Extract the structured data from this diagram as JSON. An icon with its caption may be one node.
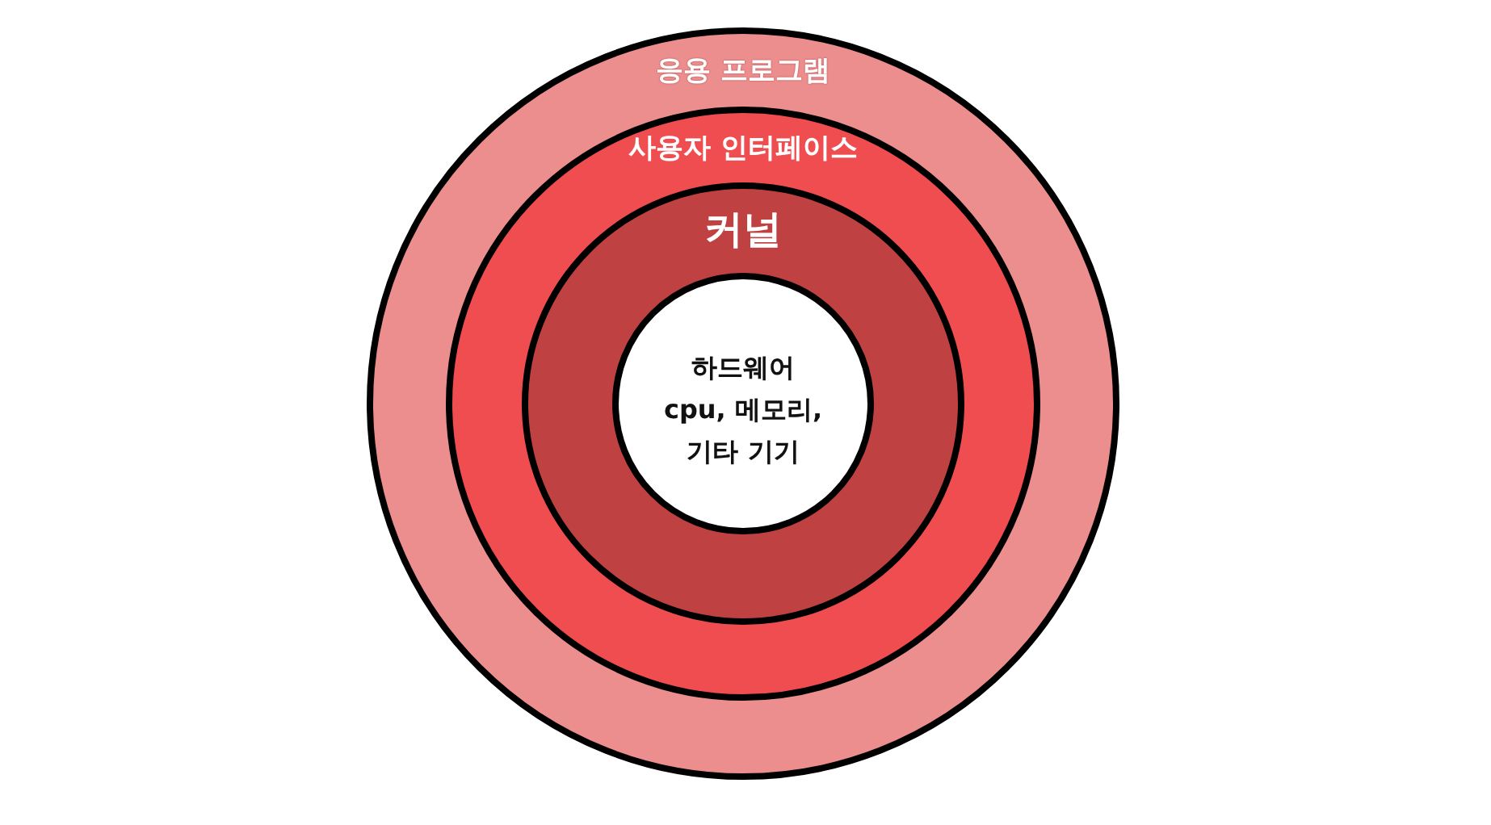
{
  "diagram": {
    "nodes": [
      {
        "text": [
          "응용 프로그램"
        ]
      },
      {
        "text": [
          "사용자 인터페이스"
        ],
        "in": 0
      },
      {
        "text": [
          "커널"
        ],
        "in": 1
      },
      {
        "text": [
          "하드웨어",
          "cpu, 메모리, 기타 기기"
        ],
        "in": 2
      }
    ]
  }
}
